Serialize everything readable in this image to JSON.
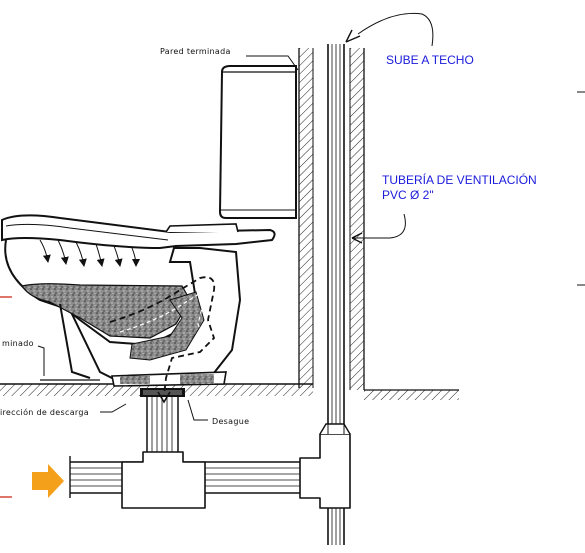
{
  "labels": {
    "finished_wall": "Pared terminada",
    "finished_floor_partial": "minado",
    "discharge_direction_partial": "irección de descarga",
    "drain": "Desague",
    "goes_to_ceiling": "SUBE A TECHO",
    "vent_pipe_line1": "TUBERÍA DE VENTILACIÓN",
    "vent_pipe_line2": "PVC Ø 2\""
  },
  "colors": {
    "annotation_blue": "#1a1adc",
    "arrow_orange": "#f5a01a",
    "marker_red": "#d23c2a",
    "line": "#111111"
  }
}
